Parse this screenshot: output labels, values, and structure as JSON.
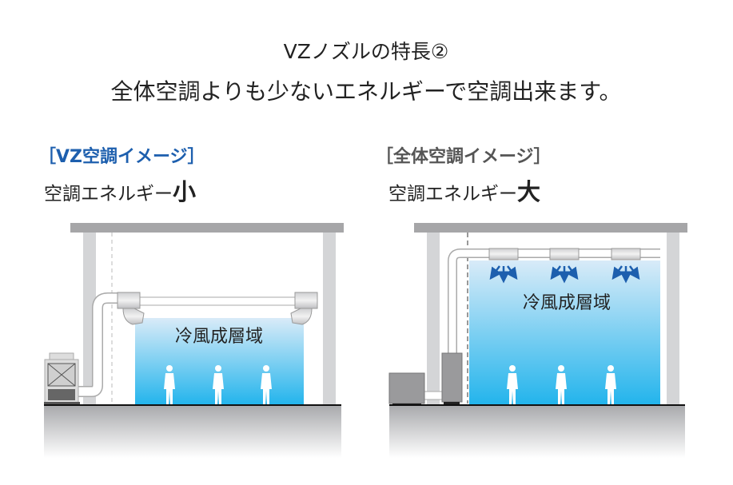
{
  "title": {
    "line1": "VZノズルの特長②",
    "line2": "全体空調よりも少ないエネルギーで空調出来ます。"
  },
  "left": {
    "heading": "［VZ空調イメージ］",
    "energy_label": "空調エネルギー",
    "energy_level": "小",
    "zone_label": "冷風成層域"
  },
  "right": {
    "heading": "［全体空調イメージ］",
    "energy_label": "空調エネルギー",
    "energy_level": "大",
    "zone_label": "冷風成層域"
  },
  "colors": {
    "accent": "#1d5fae",
    "cold_top": "#d6e9f7",
    "cold_bottom": "#2bb6ec",
    "arrow": "#1d5fae"
  }
}
